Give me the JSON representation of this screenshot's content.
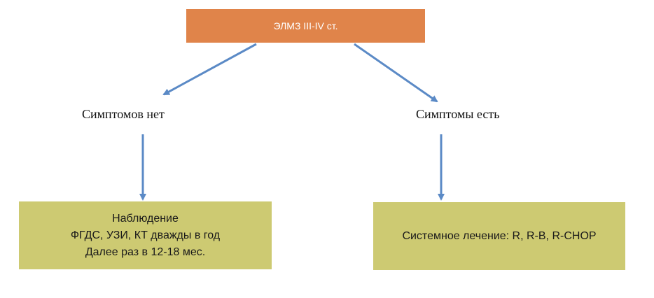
{
  "diagram": {
    "root": {
      "label": "ЭЛМЗ III-IV ст."
    },
    "branches": [
      {
        "condition": "Симптомов нет",
        "outcome_lines": [
          "Наблюдение",
          "ФГДС, УЗИ, КТ дважды в год",
          "Далее раз в 12-18 мес."
        ]
      },
      {
        "condition": "Симптомы есть",
        "outcome_lines": [
          "Системное лечение: R, R-B, R-CHOP"
        ]
      }
    ],
    "colors": {
      "root_fill": "#e0844a",
      "outcome_fill": "#cdca72",
      "arrow": "#5b8ac6"
    }
  }
}
